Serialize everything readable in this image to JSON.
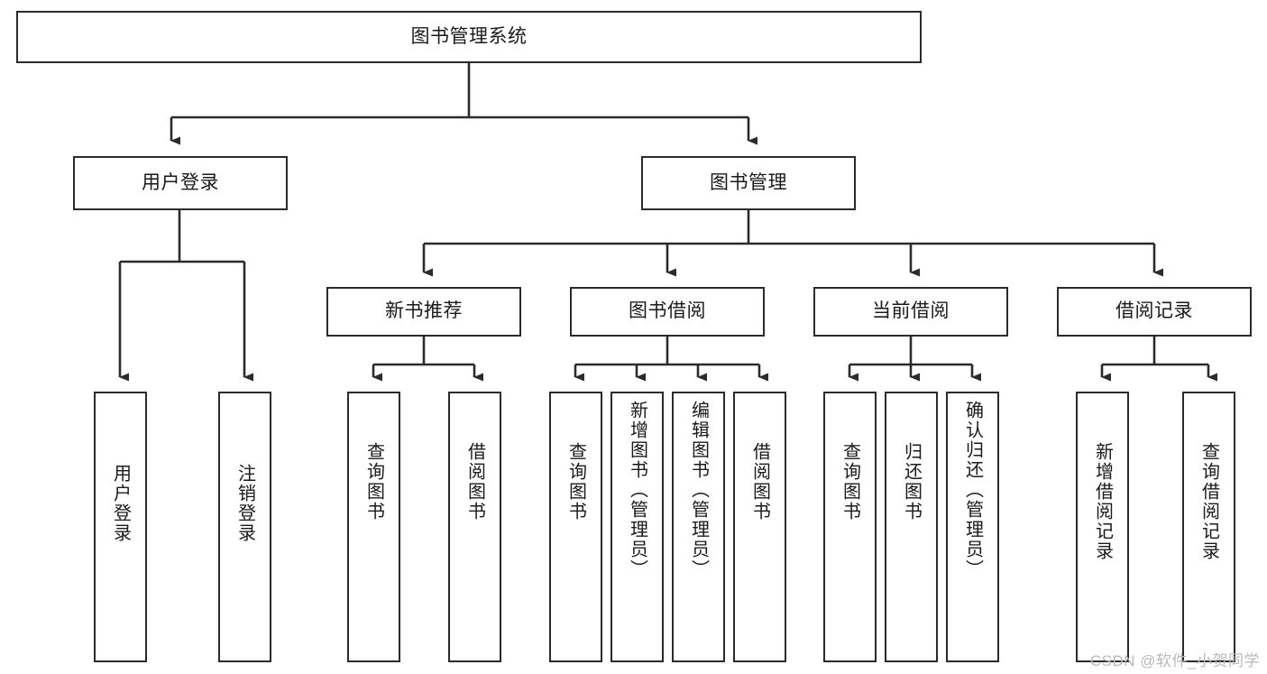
{
  "diagram": {
    "title": "图书管理系统",
    "type": "tree",
    "watermark": "CSDN @软件_小贺同学",
    "colors": {
      "box_border": "#2b2b2b",
      "box_fill": "#ffffff",
      "line": "#2b2b2b",
      "text": "#1a1a1a",
      "watermark": "#b9b9b9"
    },
    "levels": {
      "root": {
        "id": "root",
        "label": "图书管理系统"
      },
      "level2": [
        {
          "id": "user-login",
          "label": "用户登录"
        },
        {
          "id": "book-manage",
          "label": "图书管理"
        }
      ],
      "level3": [
        {
          "id": "new-book-recommend",
          "label": "新书推荐",
          "parent": "book-manage"
        },
        {
          "id": "book-borrow",
          "label": "图书借阅",
          "parent": "book-manage"
        },
        {
          "id": "current-borrow",
          "label": "当前借阅",
          "parent": "book-manage"
        },
        {
          "id": "borrow-record",
          "label": "借阅记录",
          "parent": "book-manage"
        }
      ],
      "level4": [
        {
          "id": "leaf-user-login",
          "label": "用户登录",
          "parent": "user-login"
        },
        {
          "id": "leaf-logout",
          "label": "注销登录",
          "parent": "user-login"
        },
        {
          "id": "leaf-query-book-1",
          "label": "查询图书",
          "parent": "new-book-recommend"
        },
        {
          "id": "leaf-borrow-book-1",
          "label": "借阅图书",
          "parent": "new-book-recommend"
        },
        {
          "id": "leaf-query-book-2",
          "label": "查询图书",
          "parent": "book-borrow"
        },
        {
          "id": "leaf-add-book",
          "label": "新增图书（管理员）",
          "parent": "book-borrow"
        },
        {
          "id": "leaf-edit-book",
          "label": "编辑图书（管理员）",
          "parent": "book-borrow"
        },
        {
          "id": "leaf-borrow-book-2",
          "label": "借阅图书",
          "parent": "book-borrow"
        },
        {
          "id": "leaf-query-book-3",
          "label": "查询图书",
          "parent": "current-borrow"
        },
        {
          "id": "leaf-return-book",
          "label": "归还图书",
          "parent": "current-borrow"
        },
        {
          "id": "leaf-confirm-return",
          "label": "确认归还（管理员）",
          "parent": "current-borrow"
        },
        {
          "id": "leaf-add-record",
          "label": "新增借阅记录",
          "parent": "borrow-record"
        },
        {
          "id": "leaf-query-record",
          "label": "查询借阅记录",
          "parent": "borrow-record"
        }
      ]
    }
  }
}
